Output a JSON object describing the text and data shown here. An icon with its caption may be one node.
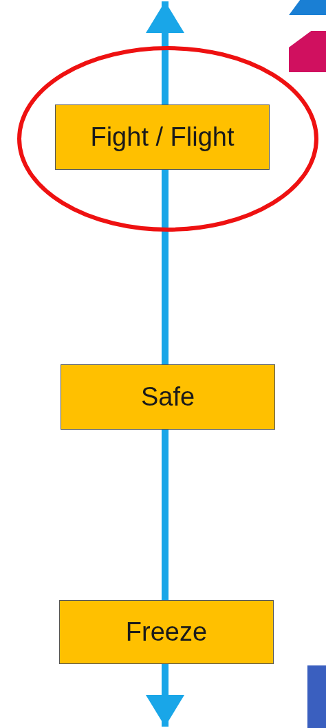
{
  "diagram": {
    "nodes": [
      {
        "text": [],
        "shape": "ellipse"
      },
      {
        "text": [
          "Fight / Flight"
        ],
        "in": 0
      },
      {
        "text": [
          "Safe"
        ]
      },
      {
        "text": [
          "Freeze"
        ]
      }
    ],
    "edges": [
      {
        "from": 1,
        "to": null,
        "arrow": "to"
      },
      {
        "from": 1,
        "to": 2,
        "arrow": "none"
      },
      {
        "from": 2,
        "to": 3,
        "arrow": "none"
      },
      {
        "from": 3,
        "to": null,
        "arrow": "to"
      }
    ]
  }
}
